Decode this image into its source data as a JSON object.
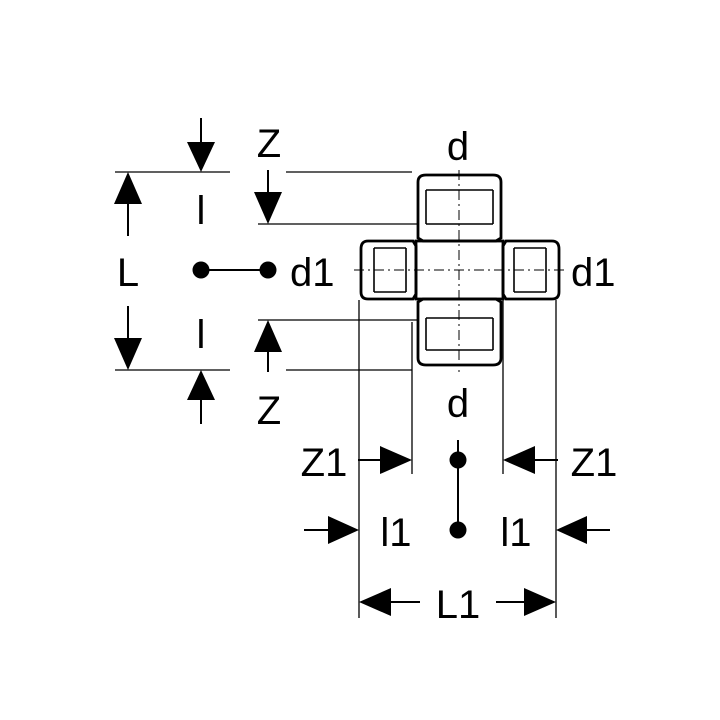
{
  "labels": {
    "z_top": "Z",
    "z_bottom": "Z",
    "l_top": "l",
    "l_bottom": "l",
    "L": "L",
    "d_top": "d",
    "d_bottom": "d",
    "d1_left": "d1",
    "d1_right": "d1",
    "z1_left": "Z1",
    "z1_right": "Z1",
    "l1_left": "l1",
    "l1_right": "l1",
    "L1": "L1"
  },
  "colors": {
    "ink": "#000000",
    "paper": "#ffffff"
  }
}
